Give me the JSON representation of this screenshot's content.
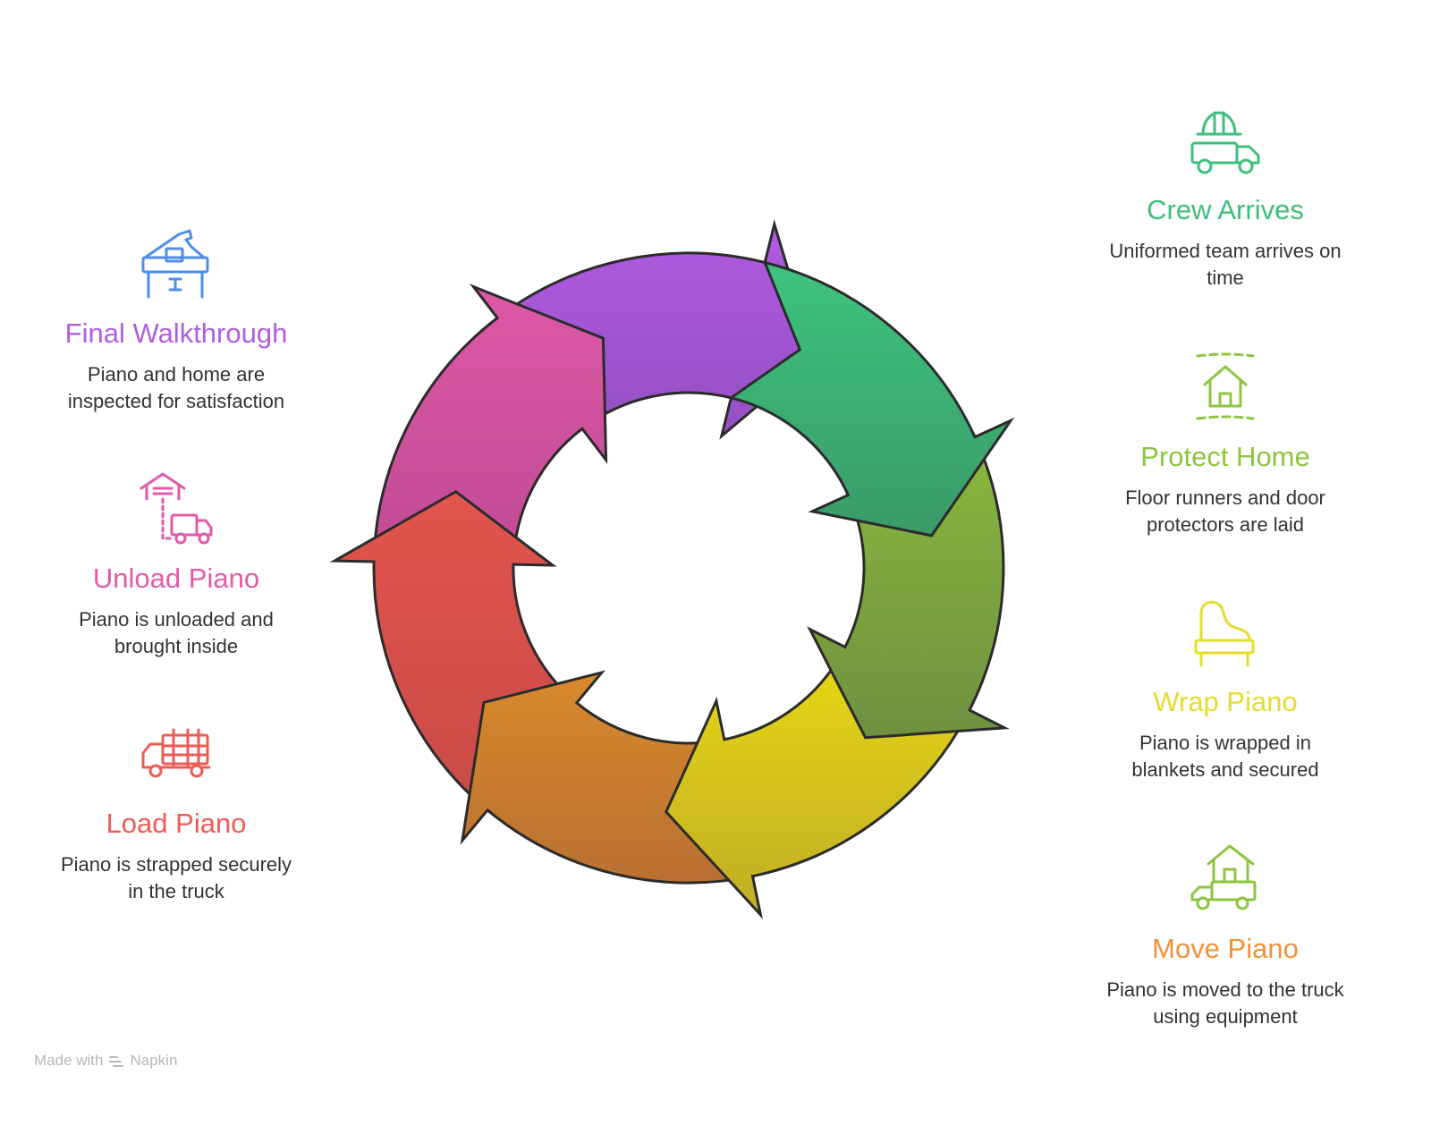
{
  "steps": [
    {
      "title": "Crew Arrives",
      "desc_1": "Uniformed team arrives on",
      "desc_2": "time",
      "color": "#3ec07a",
      "icon": "truck-hardhat-icon"
    },
    {
      "title": "Protect Home",
      "desc_1": "Floor runners and door",
      "desc_2": "protectors are laid",
      "color": "#8cc63f",
      "icon": "house-shield-icon"
    },
    {
      "title": "Wrap Piano",
      "desc_1": "Piano is wrapped in",
      "desc_2": "blankets and secured",
      "color": "#e6dc2a",
      "icon": "grand-piano-icon"
    },
    {
      "title": "Move Piano",
      "desc_1": "Piano is moved to the truck",
      "desc_2": "using equipment",
      "color": "#f0923a",
      "icon": "truck-house-icon"
    },
    {
      "title": "Load Piano",
      "desc_1": "Piano is strapped securely",
      "desc_2": "in the truck",
      "color": "#ee5b55",
      "icon": "loaded-truck-icon"
    },
    {
      "title": "Unload Piano",
      "desc_1": "Piano is unloaded and",
      "desc_2": "brought inside",
      "color": "#e35aa8",
      "icon": "garage-truck-icon"
    },
    {
      "title": "Final Walkthrough",
      "desc_1": "Piano and home are",
      "desc_2": "inspected for satisfaction",
      "color": "#b25de0",
      "icon": "piano-desk-icon"
    }
  ],
  "segment_colors": [
    [
      "#3ec47e",
      "#3a9a68"
    ],
    [
      "#8ab83e",
      "#6f9040"
    ],
    [
      "#e9d813",
      "#bfae26"
    ],
    [
      "#d98a2c",
      "#b87032"
    ],
    [
      "#e3544e",
      "#c84a45"
    ],
    [
      "#de58a6",
      "#c04b94"
    ],
    [
      "#b15ae1",
      "#9450c4"
    ]
  ],
  "footer": {
    "made_with": "Made with",
    "brand": "Napkin"
  }
}
